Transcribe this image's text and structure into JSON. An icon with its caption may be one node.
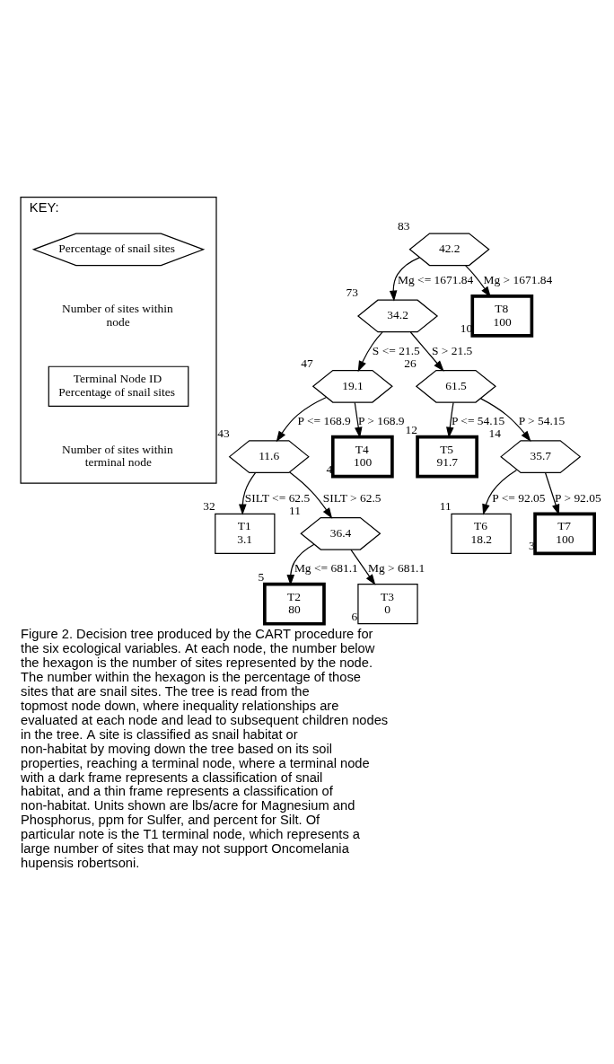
{
  "diagram": {
    "caption": "Figure 2. Decision tree produced by the CART procedure for the six ecological variables. At each node, the number below the hexagon is the number of sites represented by the node. The number within the hexagon is the percentage of those sites that are snail sites. The tree is read from the topmost node down, where inequality relationships are evaluated at each node and lead to subsequent children nodes in the tree. A site is classified as snail habitat or non-habitat by moving down the tree based on its soil properties, reaching a terminal node, where a terminal node with a dark frame represents a classification of snail habitat, and a thin frame represents a classification of non-habitat. Units shown are lbs/acre for Magnesium and Phosphorus, ppm for Sulfer, and percent for Silt. Of particular note is the T1 terminal node, which represents a large number of sites that may not support Oncomelania hupensis robertsoni.",
    "nodes": [
      {
        "text": [
          "KEY:"
        ]
      },
      {
        "text": [
          "Percentage of snail sites"
        ],
        "beside": [
          "Number of sites within node"
        ],
        "in": 0
      },
      {
        "text": [
          "Terminal Node ID",
          "Percentage of snail sites"
        ],
        "beside": [
          "Number of sites within terminal node"
        ],
        "in": 0
      },
      {
        "text": [
          "42.2"
        ],
        "beside": [
          "83"
        ]
      },
      {
        "text": [
          "34.2"
        ],
        "beside": [
          "73"
        ]
      },
      {
        "text": [
          "T8",
          "100"
        ],
        "beside": [
          "10"
        ]
      },
      {
        "text": [
          "19.1"
        ],
        "beside": [
          "47"
        ]
      },
      {
        "text": [
          "61.5"
        ],
        "beside": [
          "26"
        ]
      },
      {
        "text": [
          "11.6"
        ],
        "beside": [
          "43"
        ]
      },
      {
        "text": [
          "T4",
          "100"
        ],
        "beside": [
          "4"
        ]
      },
      {
        "text": [
          "T5",
          "91.7"
        ],
        "beside": [
          "12"
        ]
      },
      {
        "text": [
          "35.7"
        ],
        "beside": [
          "14"
        ]
      },
      {
        "text": [
          "T1",
          "3.1"
        ],
        "beside": [
          "32"
        ]
      },
      {
        "text": [
          "36.4"
        ],
        "beside": [
          "11"
        ]
      },
      {
        "text": [
          "T6",
          "18.2"
        ],
        "beside": [
          "11"
        ]
      },
      {
        "text": [
          "T7",
          "100"
        ],
        "beside": [
          "3"
        ]
      },
      {
        "text": [
          "T2",
          "80"
        ],
        "beside": [
          "5"
        ]
      },
      {
        "text": [
          "T3",
          "0"
        ],
        "beside": [
          "6"
        ]
      }
    ],
    "edges": [
      {
        "from": 3,
        "to": 4,
        "arrow": "to",
        "label": "Mg <= 1671.84"
      },
      {
        "from": 3,
        "to": 5,
        "arrow": "to",
        "label": "Mg > 1671.84"
      },
      {
        "from": 4,
        "to": 6,
        "arrow": "to",
        "label": "S <= 21.5"
      },
      {
        "from": 4,
        "to": 7,
        "arrow": "to",
        "label": "S > 21.5"
      },
      {
        "from": 6,
        "to": 8,
        "arrow": "to",
        "label": "P <= 168.9"
      },
      {
        "from": 6,
        "to": 9,
        "arrow": "to",
        "label": "P > 168.9"
      },
      {
        "from": 7,
        "to": 10,
        "arrow": "to",
        "label": "P <= 54.15"
      },
      {
        "from": 7,
        "to": 11,
        "arrow": "to",
        "label": "P > 54.15"
      },
      {
        "from": 8,
        "to": 12,
        "arrow": "to",
        "label": "SILT <= 62.5"
      },
      {
        "from": 8,
        "to": 13,
        "arrow": "to",
        "label": "SILT > 62.5"
      },
      {
        "from": 11,
        "to": 14,
        "arrow": "to",
        "label": "P <= 92.05"
      },
      {
        "from": 11,
        "to": 15,
        "arrow": "to",
        "label": "P > 92.05"
      },
      {
        "from": 13,
        "to": 16,
        "arrow": "to",
        "label": "Mg <= 681.1"
      },
      {
        "from": 13,
        "to": 17,
        "arrow": "to",
        "label": "Mg > 681.1"
      }
    ]
  }
}
